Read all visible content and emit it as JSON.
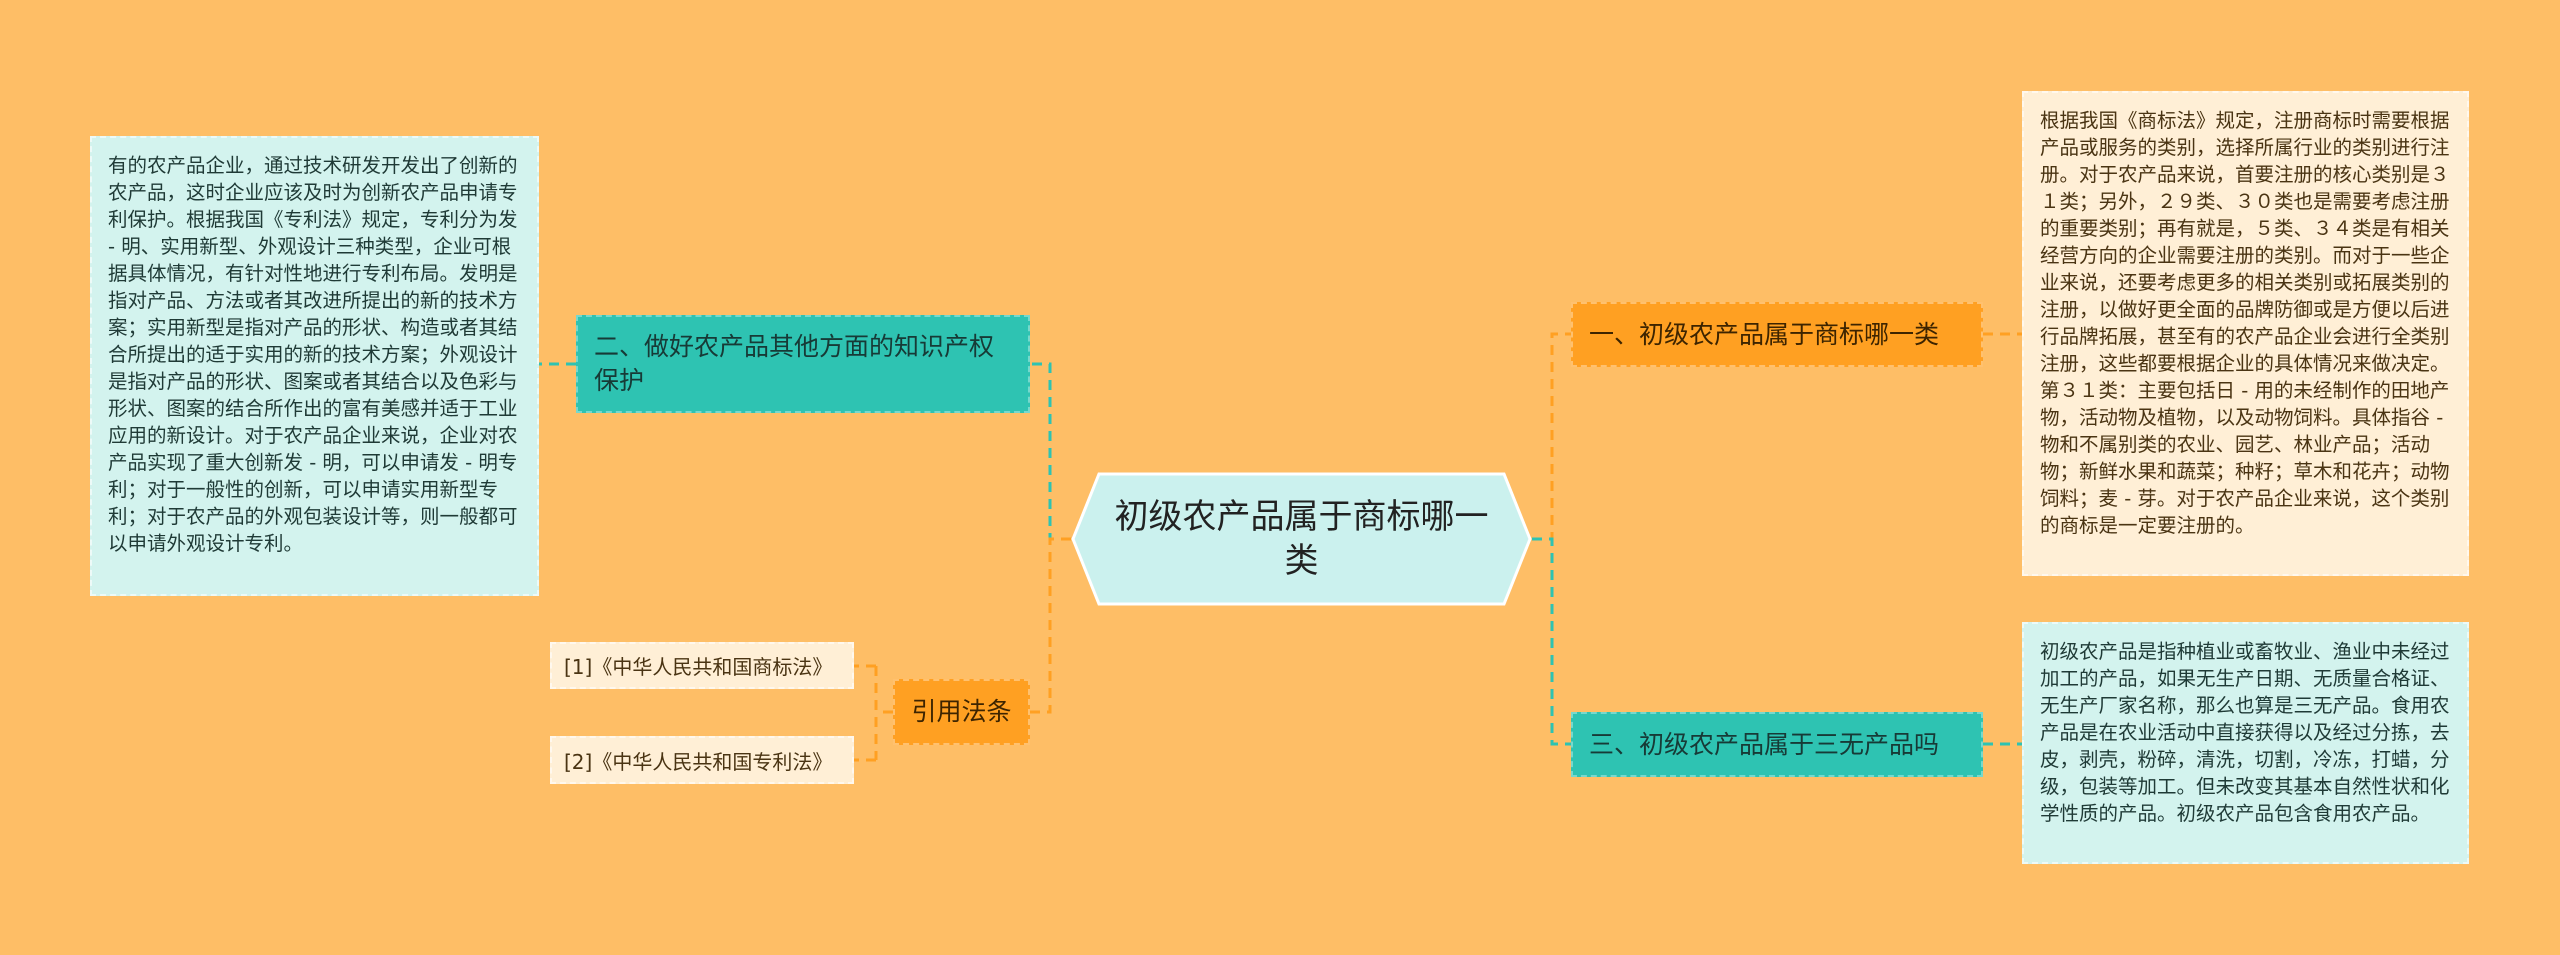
{
  "center": {
    "title": "初级农产品属于商标哪一类"
  },
  "left": {
    "branch2": {
      "label": "二、做好农产品其他方面的知识产权保护",
      "detail": "有的农产品企业，通过技术研发开发出了创新的农产品，这时企业应该及时为创新农产品申请专利保护。根据我国《专利法》规定，专利分为发 - 明、实用新型、外观设计三种类型，企业可根据具体情况，有针对性地进行专利布局。发明是指对产品、方法或者其改进所提出的新的技术方案；实用新型是指对产品的形状、构造或者其结合所提出的适于实用的新的技术方案；外观设计是指对产品的形状、图案或者其结合以及色彩与形状、图案的结合所作出的富有美感并适于工业应用的新设计。对于农产品企业来说，企业对农产品实现了重大创新发 - 明，可以申请发 - 明专利；对于一般性的创新，可以申请实用新型专利；对于农产品的外观包装设计等，则一般都可以申请外观设计专利。"
    },
    "citations": {
      "label": "引用法条",
      "items": [
        "[1]《中华人民共和国商标法》",
        "[2]《中华人民共和国专利法》"
      ]
    }
  },
  "right": {
    "branch1": {
      "label": "一、初级农产品属于商标哪一类",
      "detail": "根据我国《商标法》规定，注册商标时需要根据产品或服务的类别，选择所属行业的类别进行注册。对于农产品来说，首要注册的核心类别是３１类；另外，２９类、３０类也是需要考虑注册的重要类别；再有就是，５类、３４类是有相关经营方向的企业需要注册的类别。而对于一些企业来说，还要考虑更多的相关类别或拓展类别的注册，以做好更全面的品牌防御或是方便以后进行品牌拓展，甚至有的农产品企业会进行全类别注册，这些都要根据企业的具体情况来做决定。第３１类：主要包括日 - 用的未经制作的田地产物，活动物及植物，以及动物饲料。具体指谷 - 物和不属别类的农业、园艺、林业产品；活动物；新鲜水果和蔬菜；种籽；草木和花卉；动物饲料；麦 - 芽。对于农产品企业来说，这个类别的商标是一定要注册的。"
    },
    "branch3": {
      "label": "三、初级农产品属于三无产品吗",
      "detail": "初级农产品是指种植业或畜牧业、渔业中未经过加工的产品，如果无生产日期、无质量合格证、无生产厂家名称，那么也算是三无产品。食用农产品是在农业活动中直接获得以及经过分拣，去皮，剥壳，粉碎，清洗，切割，冷冻，打蜡，分级，包装等加工。但未改变其基本自然性状和化学性质的产品。初级农产品包含食用农产品。"
    }
  },
  "colors": {
    "background": "#FEBE66",
    "teal": "#2EC3B2",
    "orange": "#FFA022",
    "light_blue": "#D3F3EE",
    "cream": "#FFEFD6"
  }
}
